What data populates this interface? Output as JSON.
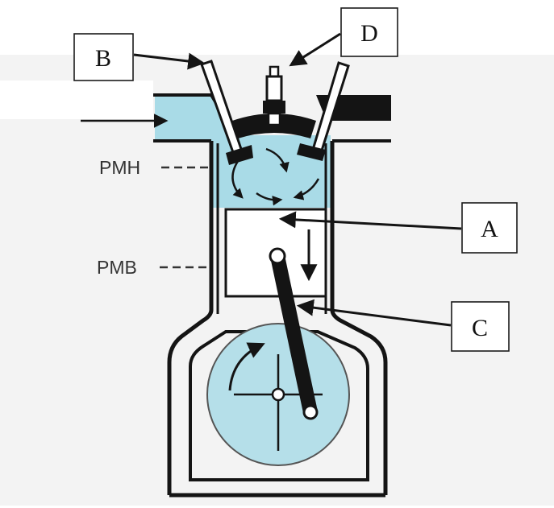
{
  "diagram": {
    "level_labels": {
      "top": "PMH",
      "bottom": "PMB"
    },
    "callouts": {
      "a": "A",
      "b": "B",
      "c": "C",
      "d": "D"
    },
    "colors": {
      "fluid": "#a9dbe7",
      "fluid_dark": "#8ccadb",
      "ink": "#141414",
      "paper": "#ffffff",
      "grey_band": "#f1f1f1"
    },
    "icons": {
      "intake_arrow": "arrow-right-icon",
      "piston_motion": "arrow-down-icon",
      "crank_rotation": "rotation-arrow-icon"
    }
  }
}
